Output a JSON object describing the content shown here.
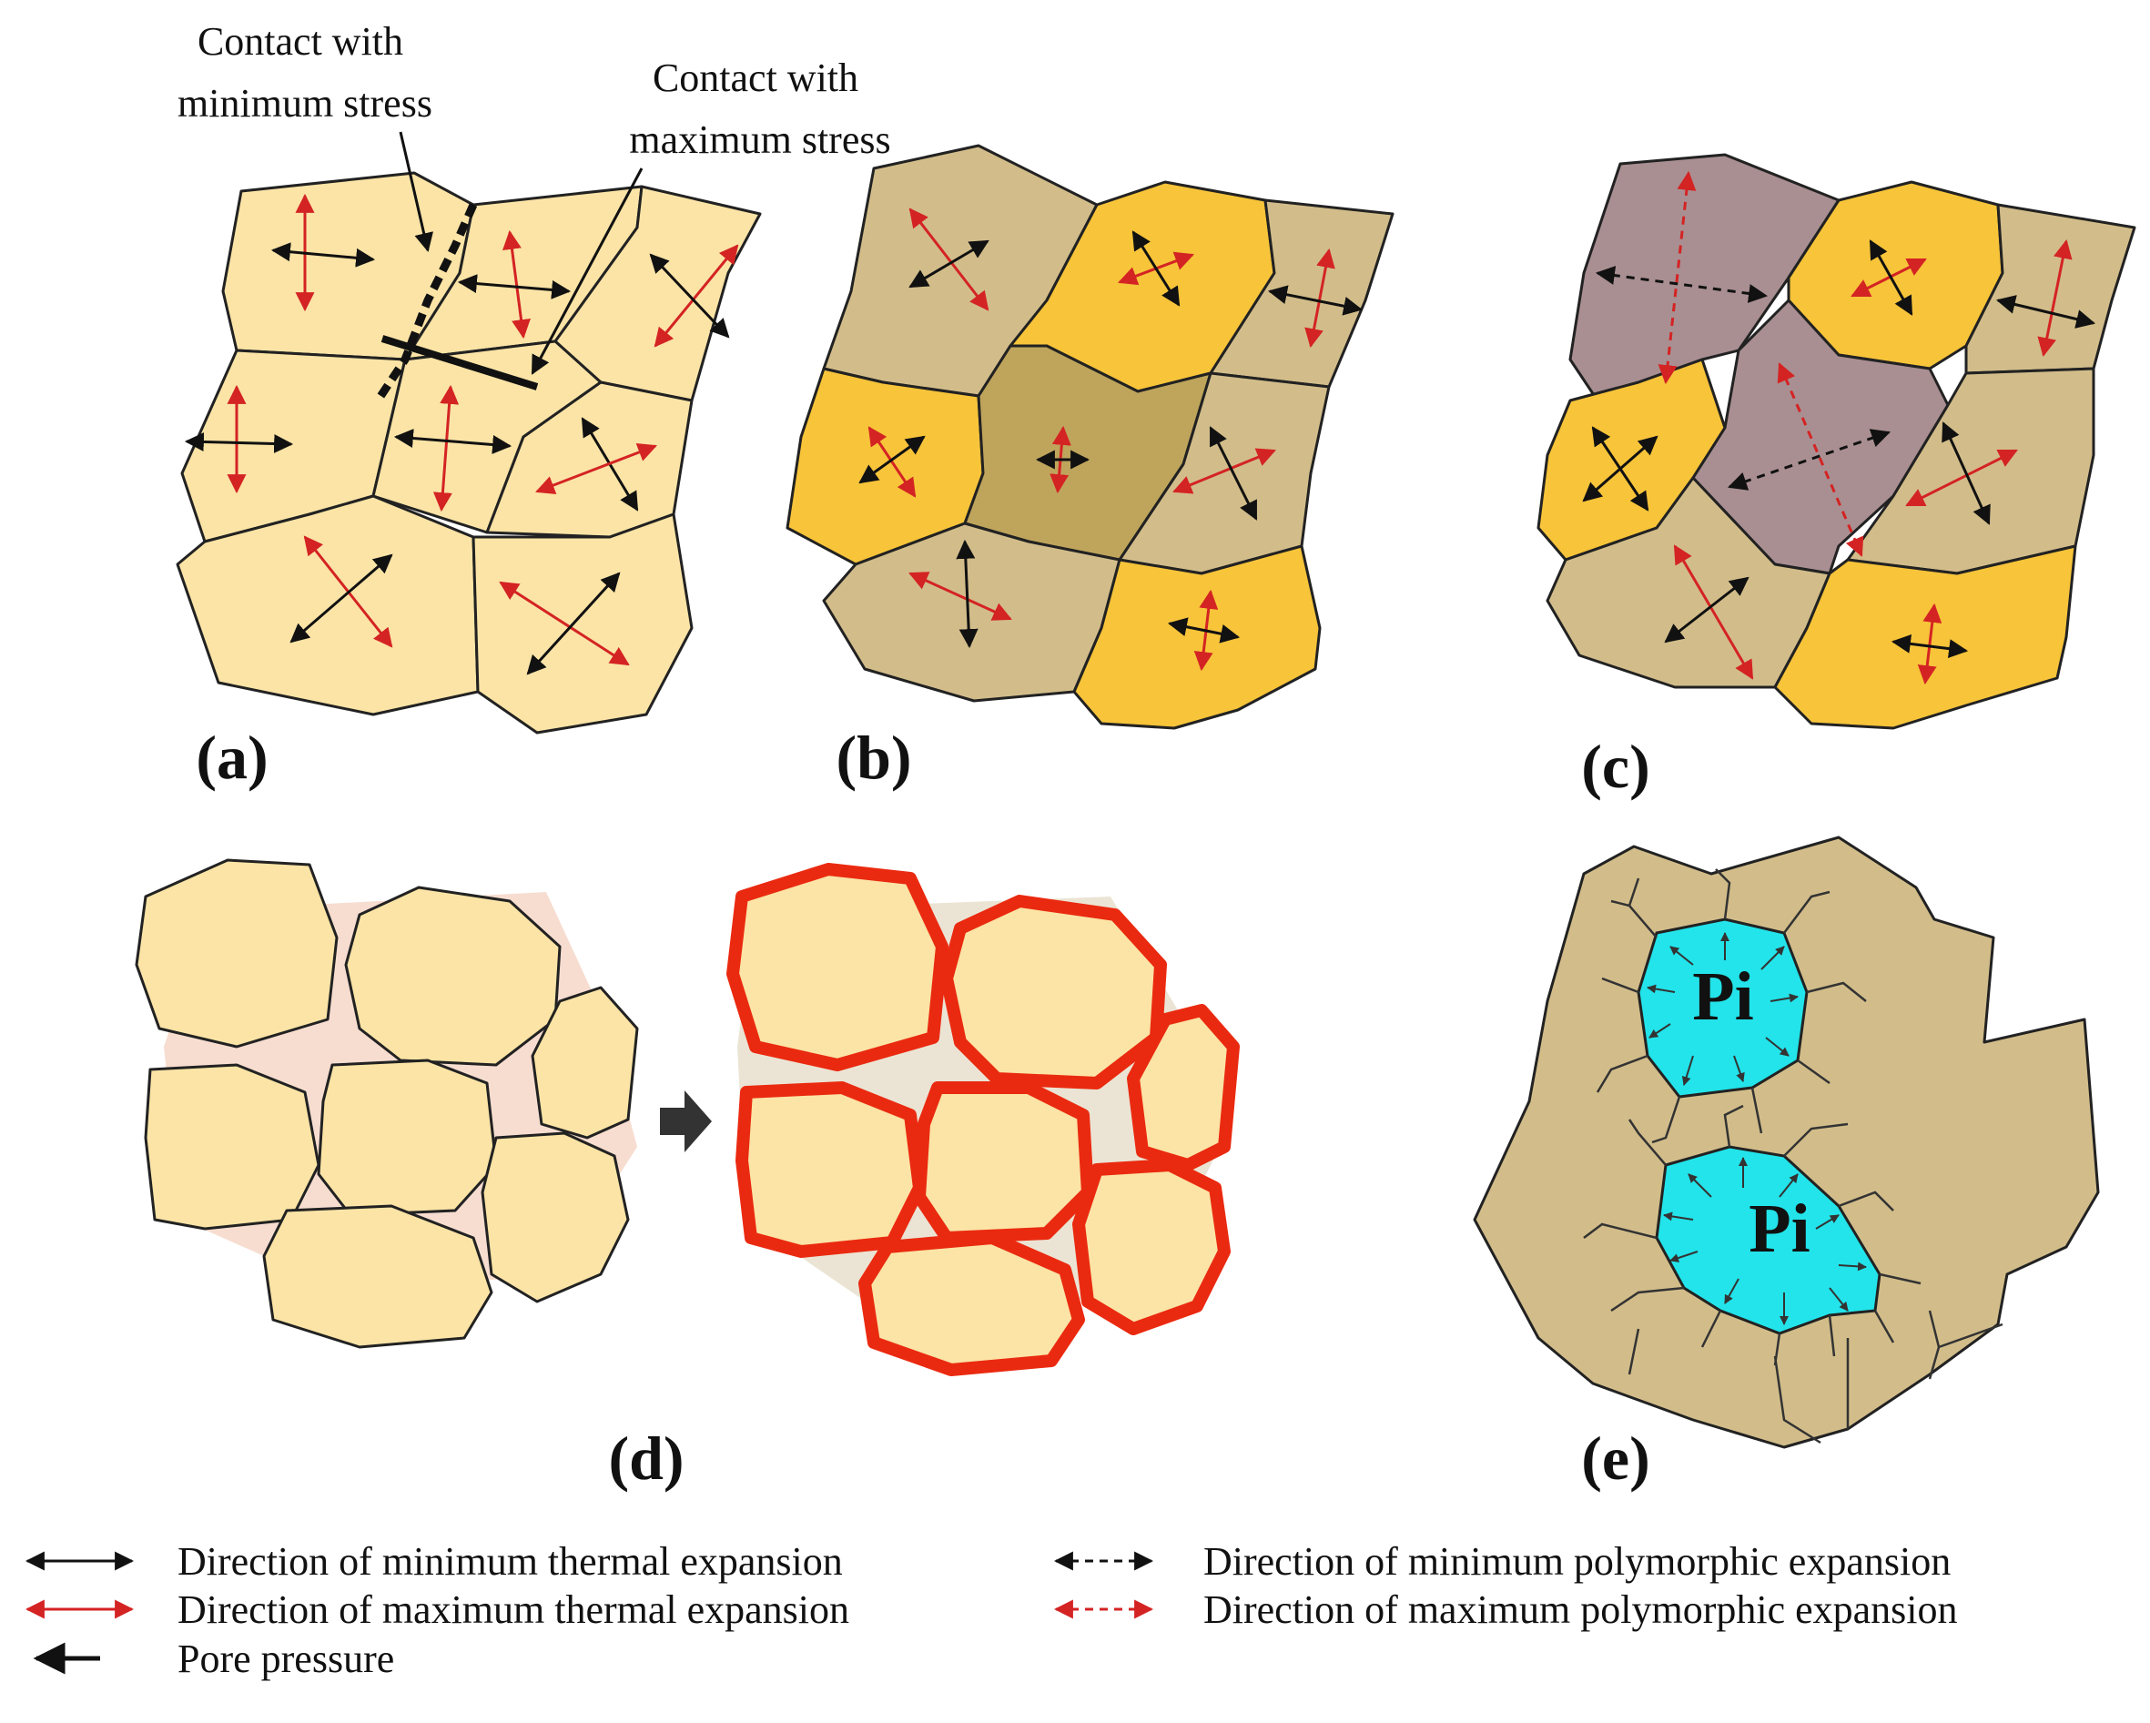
{
  "panels": {
    "a": {
      "label": "(a)"
    },
    "b": {
      "label": "(b)"
    },
    "c": {
      "label": "(c)"
    },
    "d": {
      "label": "(d)"
    },
    "e": {
      "label": "(e)"
    }
  },
  "annotations": {
    "min_stress_line1": "Contact with",
    "min_stress_line2": "minimum stress",
    "max_stress_line1": "Contact with",
    "max_stress_line2": "maximum stress"
  },
  "pore_label": "Pi",
  "legend": {
    "min_thermal": "Direction of minimum thermal expansion",
    "max_thermal": "Direction of maximum thermal expansion",
    "pore_pressure": "Pore pressure",
    "min_polymorphic": "Direction of minimum polymorphic expansion",
    "max_polymorphic": "Direction of maximum polymorphic expansion"
  },
  "colors": {
    "grain_light": "#fbe4a6",
    "grain_tan": "#d2bd8a",
    "grain_yellow": "#f7c43a",
    "grain_dark": "#bfa55c",
    "grain_mauve": "#a98f92",
    "pore_cyan": "#22e4ea",
    "matrix_pink": "#f7ddd0",
    "rim_red": "#ea2a10",
    "arrow_red": "#d42323"
  }
}
